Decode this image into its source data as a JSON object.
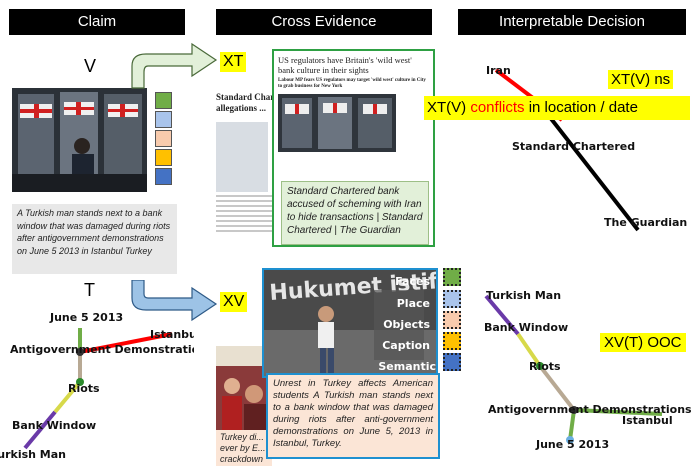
{
  "headers": {
    "claim": "Claim",
    "cross_evidence": "Cross Evidence",
    "interpretable_decision": "Interpretable Decision"
  },
  "claim": {
    "v_label": "V",
    "t_label": "T",
    "caption": "A Turkish man stands next to a bank window that was damaged during riots after antigovernment demonstrations on June 5 2013 in Istanbul Turkey"
  },
  "evidence": {
    "xt_tag": "XT",
    "xv_tag": "XV",
    "article_main_headline": "US regulators have Britain's 'wild west' bank culture in their sights",
    "article_main_standfirst": "Labour MP fears US regulators may target 'wild west' culture in City to grab business for New York",
    "article_back_headline": "Standard Chartered ... Iran allegations ...",
    "xt_caption": "Standard Chartered bank accused of scheming with Iran to hide transactions | Standard Chartered | The Guardian",
    "xv_caption": "Unrest in Turkey affects American students A Turkish man stands next to a bank window that was damaged during riots after anti-government demonstrations on June 5, 2013 in Istanbul, Turkey.",
    "xv_back_caption": "Turkey di... ever by E... crackdown",
    "graffiti_text": "Hukumet istifa"
  },
  "features": {
    "faces": "Faces",
    "place": "Place",
    "objects": "Objects",
    "caption": "Caption",
    "semantic": "Semantic"
  },
  "chip_colors": [
    "#70ad47",
    "#a9c4eb",
    "#f8cbad",
    "#ffc000",
    "#4472c4"
  ],
  "decision": {
    "xt_v": "XT(V) ns",
    "conflict_prefix": "XT(V) ",
    "conflict_word": "conflicts",
    "conflict_suffix": " in location / date",
    "xv_t": "XV(T) OOC",
    "conflict_color": "#ff0000",
    "highlight_color": "#ffff00"
  },
  "graph_left": {
    "date": "June 5 2013",
    "city": "Istanbul",
    "demo": "Antigovernment Demonstrations",
    "riots": "Riots",
    "window": "Bank Window",
    "man": "Turkish Man"
  },
  "graph_right_top": {
    "iran": "Iran",
    "bank": "Standard Chartered",
    "guardian": "The Guardian"
  },
  "graph_right_bottom": {
    "man": "Turkish Man",
    "window": "Bank Window",
    "riots": "Riots",
    "demo": "Antigovernment Demonstrations",
    "city": "Istanbul",
    "date": "June 5 2013"
  }
}
